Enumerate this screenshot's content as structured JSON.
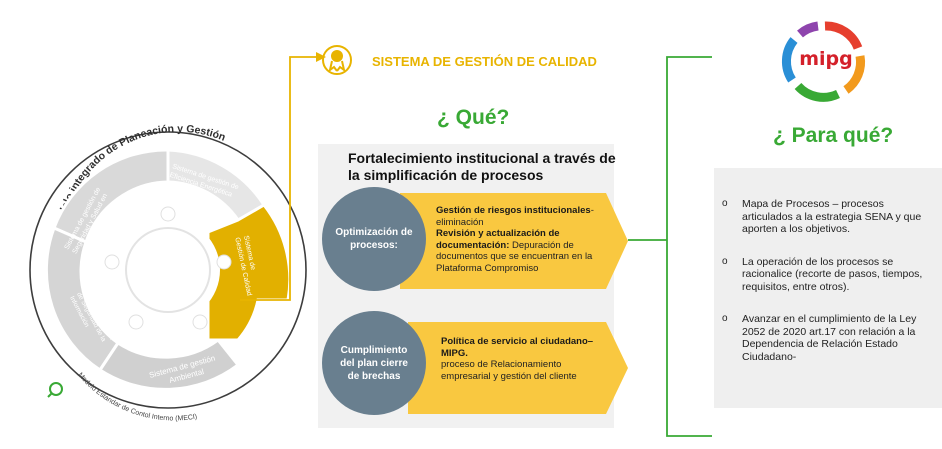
{
  "left_diagram": {
    "outer_title": "Modelo integrado de Planeación y Gestión",
    "bottom_title": "Modelo Estandar de Contol Interno (MECI)",
    "segments": [
      "Sistema de gestión de Eficiencia Energética",
      "Sistema de gestión de Seguridad y Salud en el Trabajo",
      "Sistema de Gestión de Seguridad de la Información",
      "Sistema de gestión Ambiental",
      "Sistema de Gestión de Calidad"
    ]
  },
  "quality_system": {
    "title": "SISTEMA DE GESTIÓN DE CALIDAD"
  },
  "que": {
    "title": "¿ Qué?",
    "heading": "Fortalecimiento institucional a través de la simplificación de procesos",
    "item1": {
      "label": "Optimización de procesos:",
      "bold1": "Gestión de riesgos institucionales",
      "text1": "-eliminación",
      "bold2": "Revisión y actualización de documentación:",
      "text2": " Depuración de documentos que se encuentran en la Plataforma Compromiso"
    },
    "item2": {
      "label": "Cumplimiento del plan cierre de brechas",
      "bold1": "Política de servicio al ciudadano–MIPG.",
      "text1": "proceso de Relacionamiento empresarial y gestión del cliente"
    }
  },
  "para_que": {
    "logo_text": "mipg",
    "title": "¿ Para qué?",
    "bullets": [
      "Mapa de Procesos – procesos   articulados a la estrategia SENA y que aporten a los objetivos.",
      "La operación de los procesos se racionalice (recorte de pasos, tiempos, requisitos, entre otros).",
      "Avanzar en el cumplimiento de la Ley 2052 de 2020 art.17 con relación a la Dependencia de Relación Estado Ciudadano-"
    ],
    "bullet_marker": "o"
  },
  "colors": {
    "green": "#39a935",
    "gold": "#e8b400",
    "yellow_box": "#f9c840",
    "slate": "#697f8f"
  }
}
